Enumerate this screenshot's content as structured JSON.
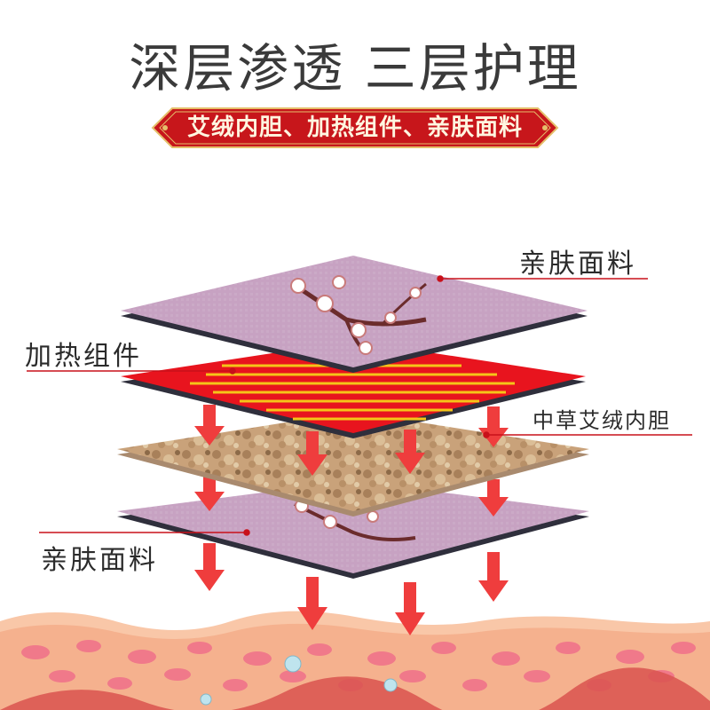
{
  "title": "深层渗透 三层护理",
  "banner": "艾绒内胆、加热组件、亲肤面料",
  "layers": {
    "top_fabric": "亲肤面料",
    "heating": "加热组件",
    "mugwort": "中草艾绒内胆",
    "bottom_fabric": "亲肤面料"
  },
  "colors": {
    "fabric": "#c7a2c2",
    "heating_red": "#e8141e",
    "heating_wire": "#f5c518",
    "mugwort": "#c9a27a",
    "arrow": "#ef3d3d",
    "banner_red": "#c7161b",
    "banner_gold": "#e5bf6b",
    "skin": "#f5b18e"
  }
}
